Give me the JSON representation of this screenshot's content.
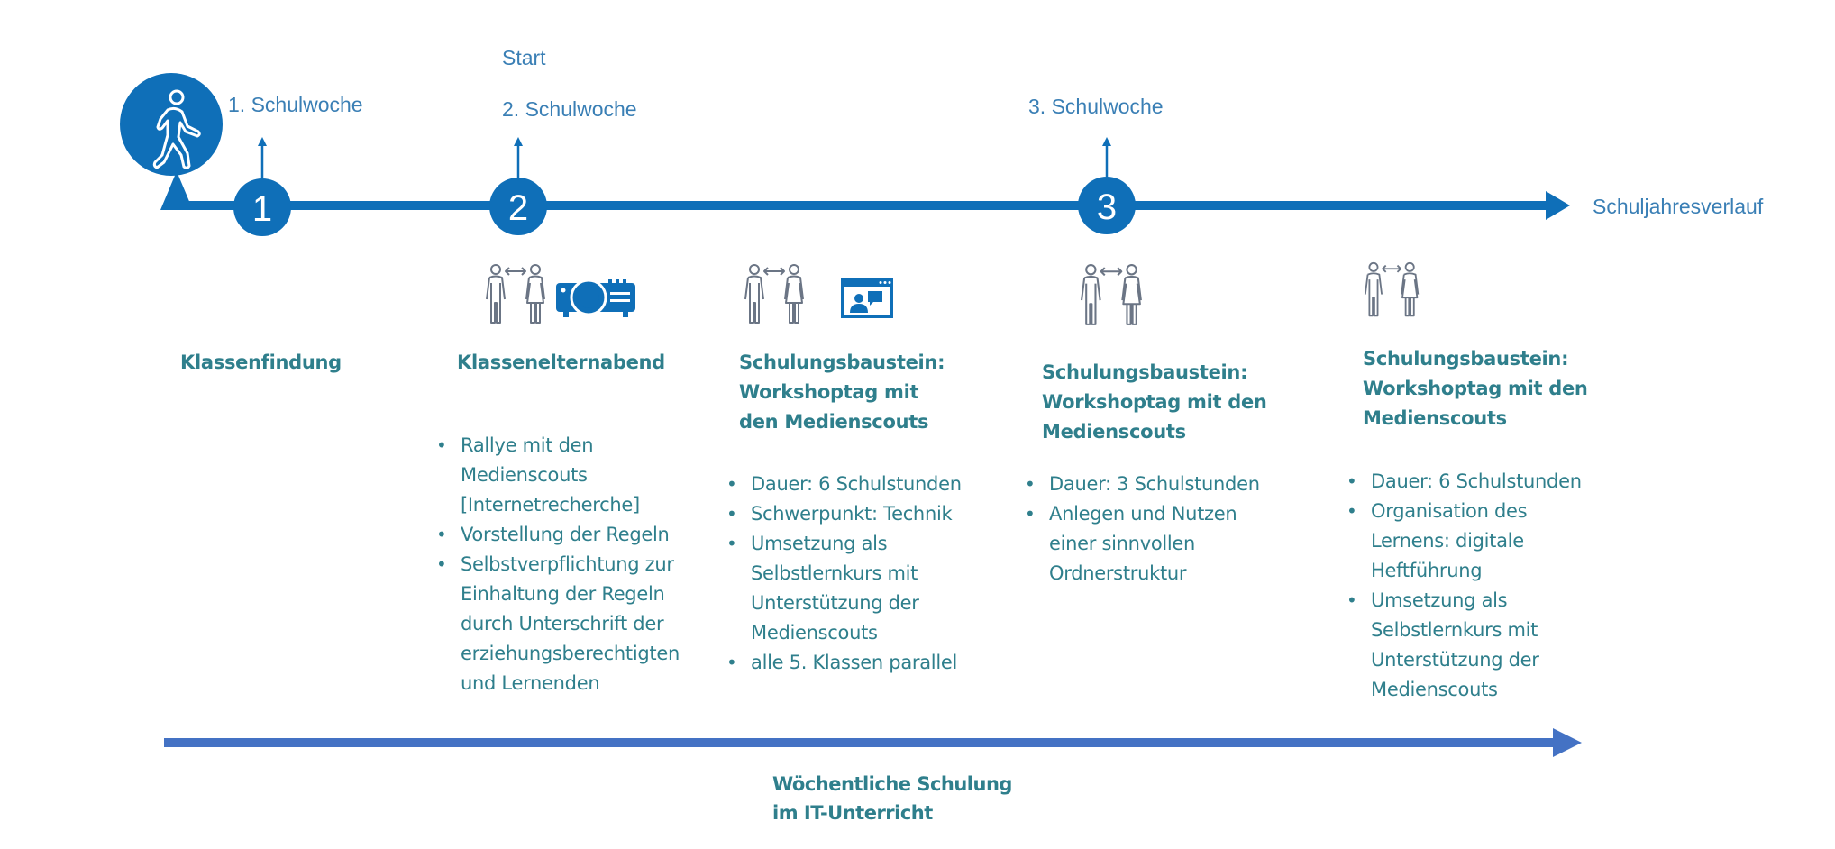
{
  "colors": {
    "timeline_blue": "#0f6fb8",
    "bottom_arrow_blue": "#4472c4",
    "text_teal": "#2f7f8c",
    "label_blue": "#3a7fb5",
    "icon_gray": "#6b7585"
  },
  "timeline": {
    "start_icon": "walking-person-icon",
    "milestones": [
      {
        "number": "1",
        "label": "1. Schulwoche",
        "above": ""
      },
      {
        "number": "2",
        "label": "2. Schulwoche",
        "above": "Start"
      },
      {
        "number": "3",
        "label": "3. Schulwoche",
        "above": ""
      }
    ],
    "axis_label": "Schuljahresverlauf"
  },
  "columns": [
    {
      "icons": [],
      "heading": "Klassenfindung",
      "bullets": []
    },
    {
      "icons": [
        "people-exchange-icon",
        "projector-icon"
      ],
      "heading": "Klassenelternabend",
      "bullets": [
        "Rallye mit den\nMedienscouts\n[Internetrecherche]",
        "Vorstellung der Regeln",
        "Selbstverpflichtung zur\nEinhaltung der Regeln\ndurch Unterschrift der\nerziehungsberechtigten\nund Lernenden"
      ]
    },
    {
      "icons": [
        "people-exchange-icon",
        "video-conference-icon"
      ],
      "heading": "Schulungsbaustein:\nWorkshoptag mit\nden Medienscouts",
      "bullets": [
        "Dauer: 6 Schulstunden",
        "Schwerpunkt: Technik",
        "Umsetzung als\nSelbstlernkurs mit\nUnterstützung der\nMedienscouts",
        "alle 5. Klassen parallel"
      ]
    },
    {
      "icons": [
        "people-exchange-icon"
      ],
      "heading": "Schulungsbaustein:\nWorkshoptag mit den\nMedienscouts",
      "bullets": [
        "Dauer: 3 Schulstunden",
        "Anlegen und Nutzen\neiner sinnvollen\nOrdnerstruktur"
      ]
    },
    {
      "icons": [
        "people-exchange-icon"
      ],
      "heading": "Schulungsbaustein:\nWorkshoptag mit den\nMedienscouts",
      "bullets": [
        "Dauer: 6 Schulstunden",
        "Organisation des\nLernens: digitale\nHeftführung",
        "Umsetzung als\nSelbstlernkurs mit\nUnterstützung der\nMedienscouts"
      ]
    }
  ],
  "bottom": {
    "label": "Wöchentliche Schulung\nim IT-Unterricht",
    "bullet_char": "•"
  }
}
